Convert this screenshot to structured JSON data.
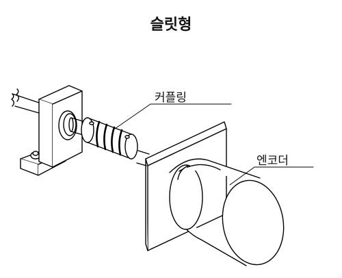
{
  "title": "슬릿형",
  "labels": {
    "coupling": "커플링",
    "encoder": "엔코더"
  }
}
